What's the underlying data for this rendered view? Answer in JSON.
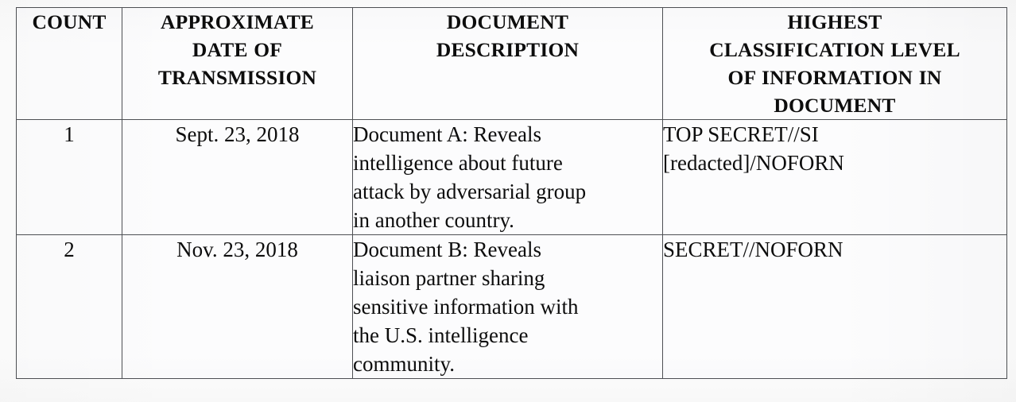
{
  "table": {
    "name": "classified-document-counts-table",
    "columns": [
      {
        "key": "count",
        "header": "COUNT"
      },
      {
        "key": "date",
        "header": "APPROXIMATE\nDATE OF\nTRANSMISSION"
      },
      {
        "key": "description",
        "header": "DOCUMENT\nDESCRIPTION"
      },
      {
        "key": "classification",
        "header": "HIGHEST\nCLASSIFICATION LEVEL\nOF INFORMATION IN\nDOCUMENT"
      }
    ],
    "rows": [
      {
        "count": "1",
        "date": "Sept. 23, 2018",
        "description": "Document A: Reveals\nintelligence about future\nattack by adversarial group\nin another country.",
        "classification": "TOP SECRET//SI\n[redacted]/NOFORN"
      },
      {
        "count": "2",
        "date": "Nov. 23, 2018",
        "description": "Document B: Reveals\nliaison partner sharing\nsensitive information with\nthe U.S. intelligence\ncommunity.",
        "classification": "SECRET//NOFORN"
      }
    ]
  },
  "style": {
    "page_background": "#fdfdfd",
    "cell_background": "#fcfcfd",
    "border_color": "#4e5054",
    "text_color": "#0d0d0d"
  }
}
